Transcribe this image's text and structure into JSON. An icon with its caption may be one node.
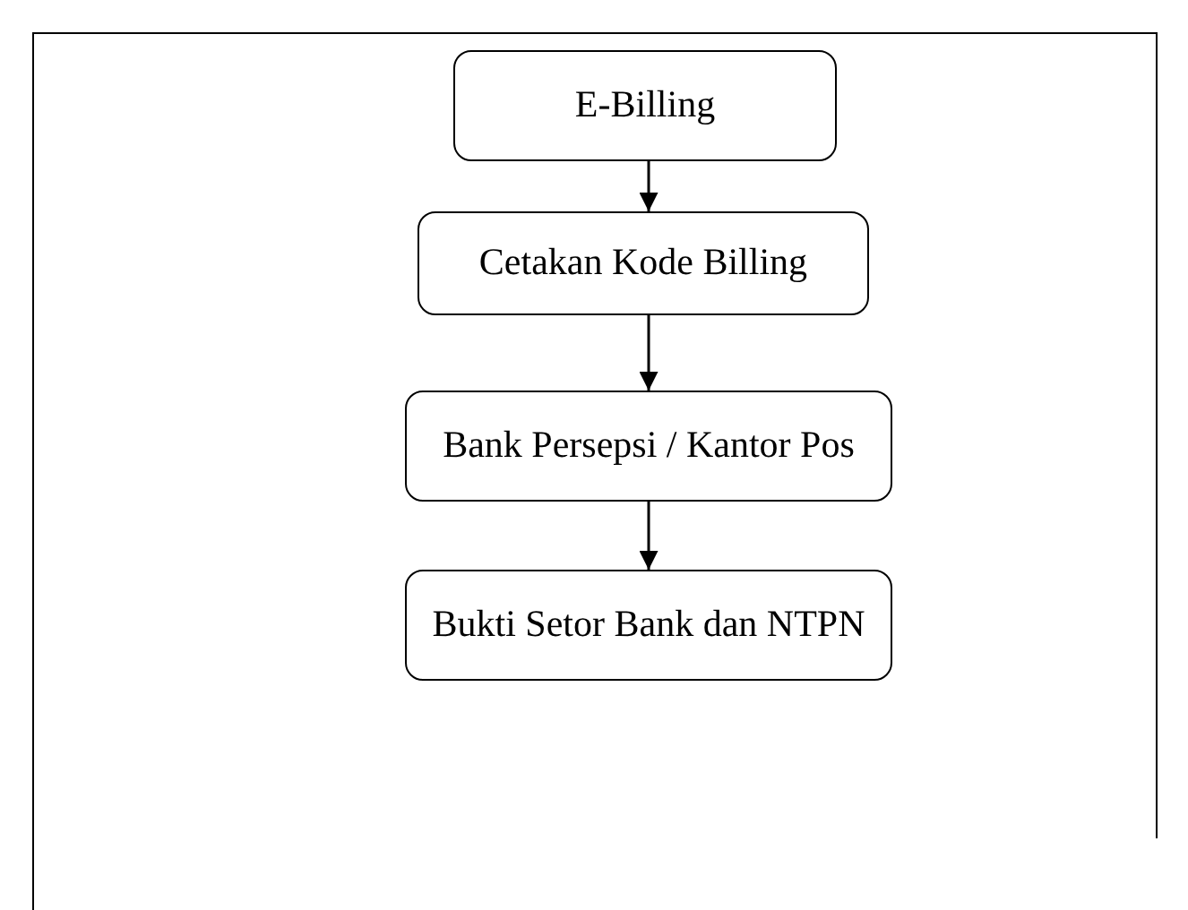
{
  "diagram": {
    "nodes": [
      {
        "text": [
          "E-Billing"
        ]
      },
      {
        "text": [
          "Cetakan Kode Billing"
        ]
      },
      {
        "text": [
          "Bank Persepsi / Kantor Pos"
        ]
      },
      {
        "text": [
          "Bukti Setor Bank dan NTPN"
        ]
      }
    ],
    "edges": [
      {
        "from": 0,
        "to": 1,
        "arrow": "to"
      },
      {
        "from": 1,
        "to": 2,
        "arrow": "to"
      },
      {
        "from": 2,
        "to": 3,
        "arrow": "to"
      }
    ]
  }
}
